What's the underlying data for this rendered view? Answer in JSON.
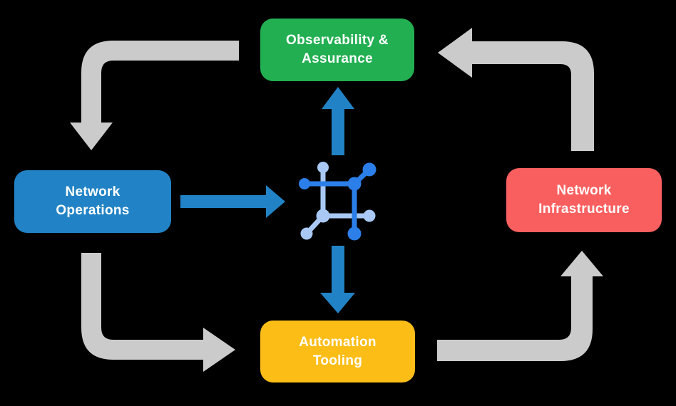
{
  "diagram": {
    "background": "#000000",
    "nodes": {
      "observability": {
        "line1": "Observability &",
        "line2": "Assurance",
        "color": "#22AF51"
      },
      "operations": {
        "line1": "Network",
        "line2": "Operations",
        "color": "#2183C5"
      },
      "infrastructure": {
        "line1": "Network",
        "line2": "Infrastructure",
        "color": "#FA5F5F"
      },
      "automation": {
        "line1": "Automation",
        "line2": "Tooling",
        "color": "#FCBD17"
      }
    },
    "center_icon": "network-mesh-icon",
    "colors": {
      "flow_arrow": "#CBCBCB",
      "data_arrow": "#2183C5",
      "icon_dark": "#2C7FE9",
      "icon_light": "#A9C9F4",
      "text": "#FFFFFF"
    }
  }
}
